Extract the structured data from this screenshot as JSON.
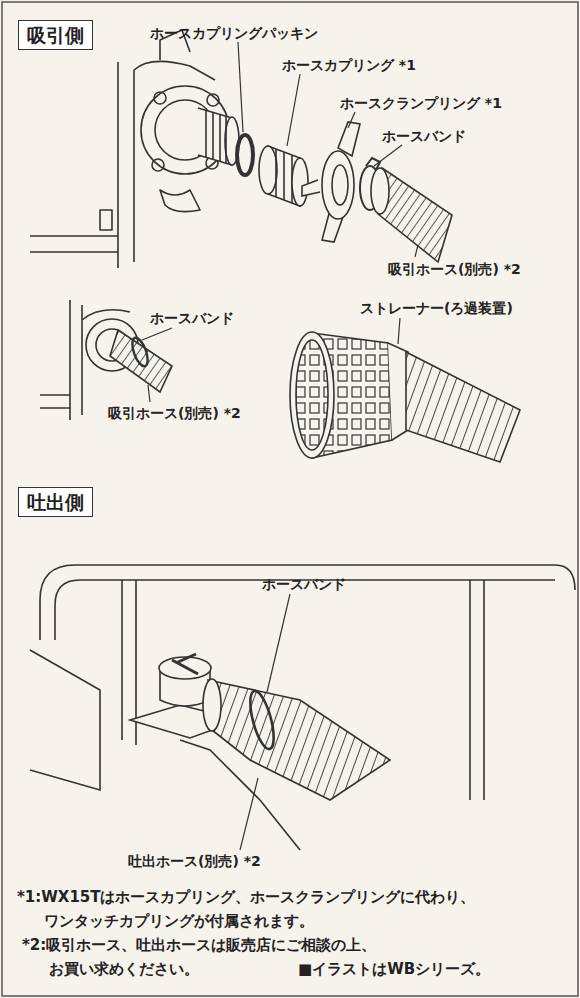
{
  "diagram": {
    "nodes": [
      {
        "text": [
          "吸引側"
        ]
      },
      {
        "text": [
          "吐出側"
        ]
      }
    ],
    "labels": [
      "ホースカプリングパッキン",
      "ホースカプリング *1",
      "ホースクランプリング *1",
      "ホースバンド",
      "吸引ホース(別売) *2",
      "ホースバンド",
      "ストレーナー(ろ過装置)",
      "吸引ホース(別売) *2",
      "ホースバンド",
      "吐出ホース(別売) *2",
      "*1:WX15Tはホースカプリング、ホースクランプリングに代わり、 ワンタッチカプリングが付属されます。",
      "*2:吸引ホース、吐出ホースは販売店にご相談の上、 お買い求めください。",
      "■イラストはWBシリーズ。"
    ]
  }
}
